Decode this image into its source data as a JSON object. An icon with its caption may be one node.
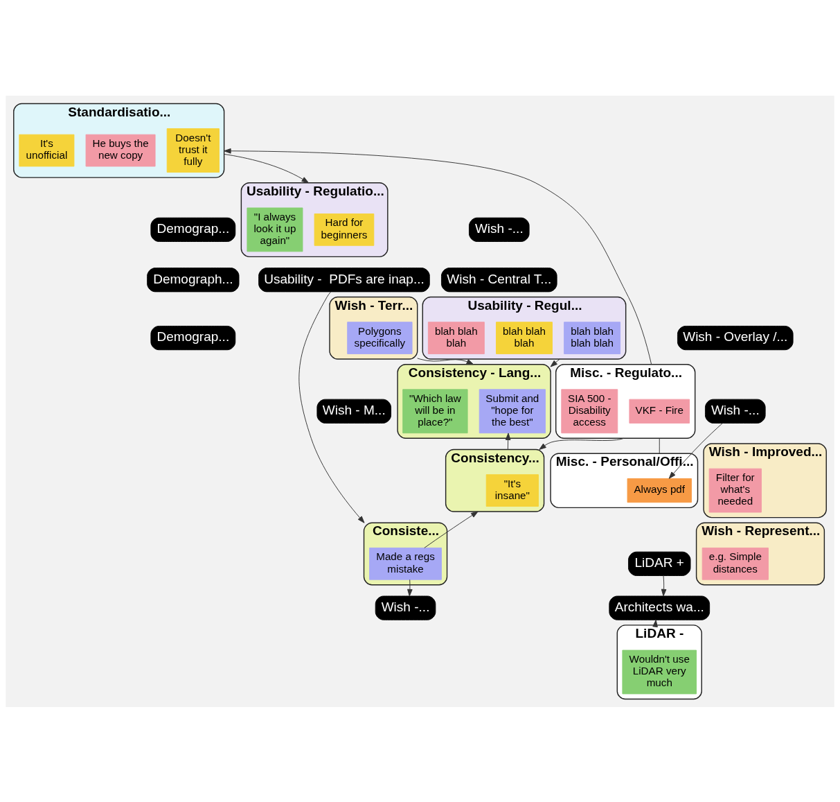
{
  "diagram": {
    "nodes": [
      {
        "text": [
          "Standardisatio..."
        ]
      },
      {
        "text": [
          "Demograp..."
        ]
      },
      {
        "text": [
          "Demograph..."
        ]
      },
      {
        "text": [
          "Demograp..."
        ]
      },
      {
        "text": [
          "Usability - Regulatio..."
        ]
      },
      {
        "text": [
          "Usability -  PDFs are inap..."
        ]
      },
      {
        "text": [
          "Usability - Regul..."
        ]
      },
      {
        "text": [
          "Misc. - Regulato..."
        ]
      },
      {
        "text": [
          "Misc. - Personal/Offi..."
        ]
      },
      {
        "text": [
          "LiDAR +"
        ]
      },
      {
        "text": [
          "Architects wa..."
        ]
      },
      {
        "text": [
          "LiDAR -"
        ]
      },
      {
        "text": [
          "Consistency - Lang..."
        ]
      },
      {
        "text": [
          "Consistency..."
        ]
      },
      {
        "text": [
          "Consiste..."
        ]
      },
      {
        "text": [
          "Wish -..."
        ]
      },
      {
        "text": [
          "Wish - Overlay /..."
        ]
      },
      {
        "text": [
          "Wish -..."
        ]
      },
      {
        "text": [
          "Wish - Improved..."
        ]
      },
      {
        "text": [
          "Wish - Represent..."
        ]
      },
      {
        "text": [
          "Wish -..."
        ]
      },
      {
        "text": [
          "Wish - Central T..."
        ]
      },
      {
        "text": [
          "Wish - Terr..."
        ]
      },
      {
        "text": [
          "Wish - M..."
        ]
      },
      {
        "text": [
          "Doesn't trust it fully"
        ],
        "in": 0
      },
      {
        "text": [
          "He buys the new copy"
        ],
        "in": 0
      },
      {
        "text": [
          "It's unofficial"
        ],
        "in": 0
      },
      {
        "text": [
          "Hard for beginners"
        ],
        "in": 4
      },
      {
        "text": [
          "\"I always look it up again\""
        ],
        "in": 4
      },
      {
        "text": [
          "blah blah blah blah"
        ],
        "in": 6
      },
      {
        "text": [
          "blah blah blah"
        ],
        "in": 6
      },
      {
        "text": [
          "blah blah blah"
        ],
        "in": 6
      },
      {
        "text": [
          "VKF - Fire"
        ],
        "in": 7
      },
      {
        "text": [
          "SIA 500 - Disability access"
        ],
        "in": 7
      },
      {
        "text": [
          "Always pdf"
        ],
        "in": 8
      },
      {
        "text": [
          "Wouldn't use LiDAR very much"
        ],
        "in": 11
      },
      {
        "text": [
          "Submit and \"hope for the best\""
        ],
        "in": 12
      },
      {
        "text": [
          "\"Which law will be in place?\""
        ],
        "in": 12
      },
      {
        "text": [
          "\"It's insane\""
        ],
        "in": 13
      },
      {
        "text": [
          "Made a regs mistake"
        ],
        "in": 14
      },
      {
        "text": [
          "e.g. Simple distances"
        ],
        "in": 19
      },
      {
        "text": [
          "Polygons specifically"
        ],
        "in": 22
      },
      {
        "text": [
          "Filter for what's needed"
        ],
        "in": 18
      }
    ],
    "edges": [
      {
        "from": 0,
        "to": 4,
        "arrow": "to"
      },
      {
        "from": 7,
        "to": 0,
        "arrow": "to"
      },
      {
        "from": 5,
        "to": 14,
        "arrow": "to"
      },
      {
        "from": 6,
        "to": 12,
        "arrow": "to"
      },
      {
        "from": 7,
        "to": 13,
        "arrow": "to"
      },
      {
        "from": 13,
        "to": 36,
        "arrow": "to"
      },
      {
        "from": 39,
        "to": 13,
        "arrow": "to"
      },
      {
        "from": 39,
        "to": 15,
        "arrow": "to"
      },
      {
        "from": 17,
        "to": 34,
        "arrow": "to"
      },
      {
        "from": 9,
        "to": 10,
        "arrow": "to"
      },
      {
        "from": 11,
        "to": 10,
        "arrow": "to"
      },
      {
        "from": 7,
        "to": 8,
        "arrow": "none"
      },
      {
        "from": 22,
        "to": 12,
        "arrow": "to"
      }
    ]
  }
}
